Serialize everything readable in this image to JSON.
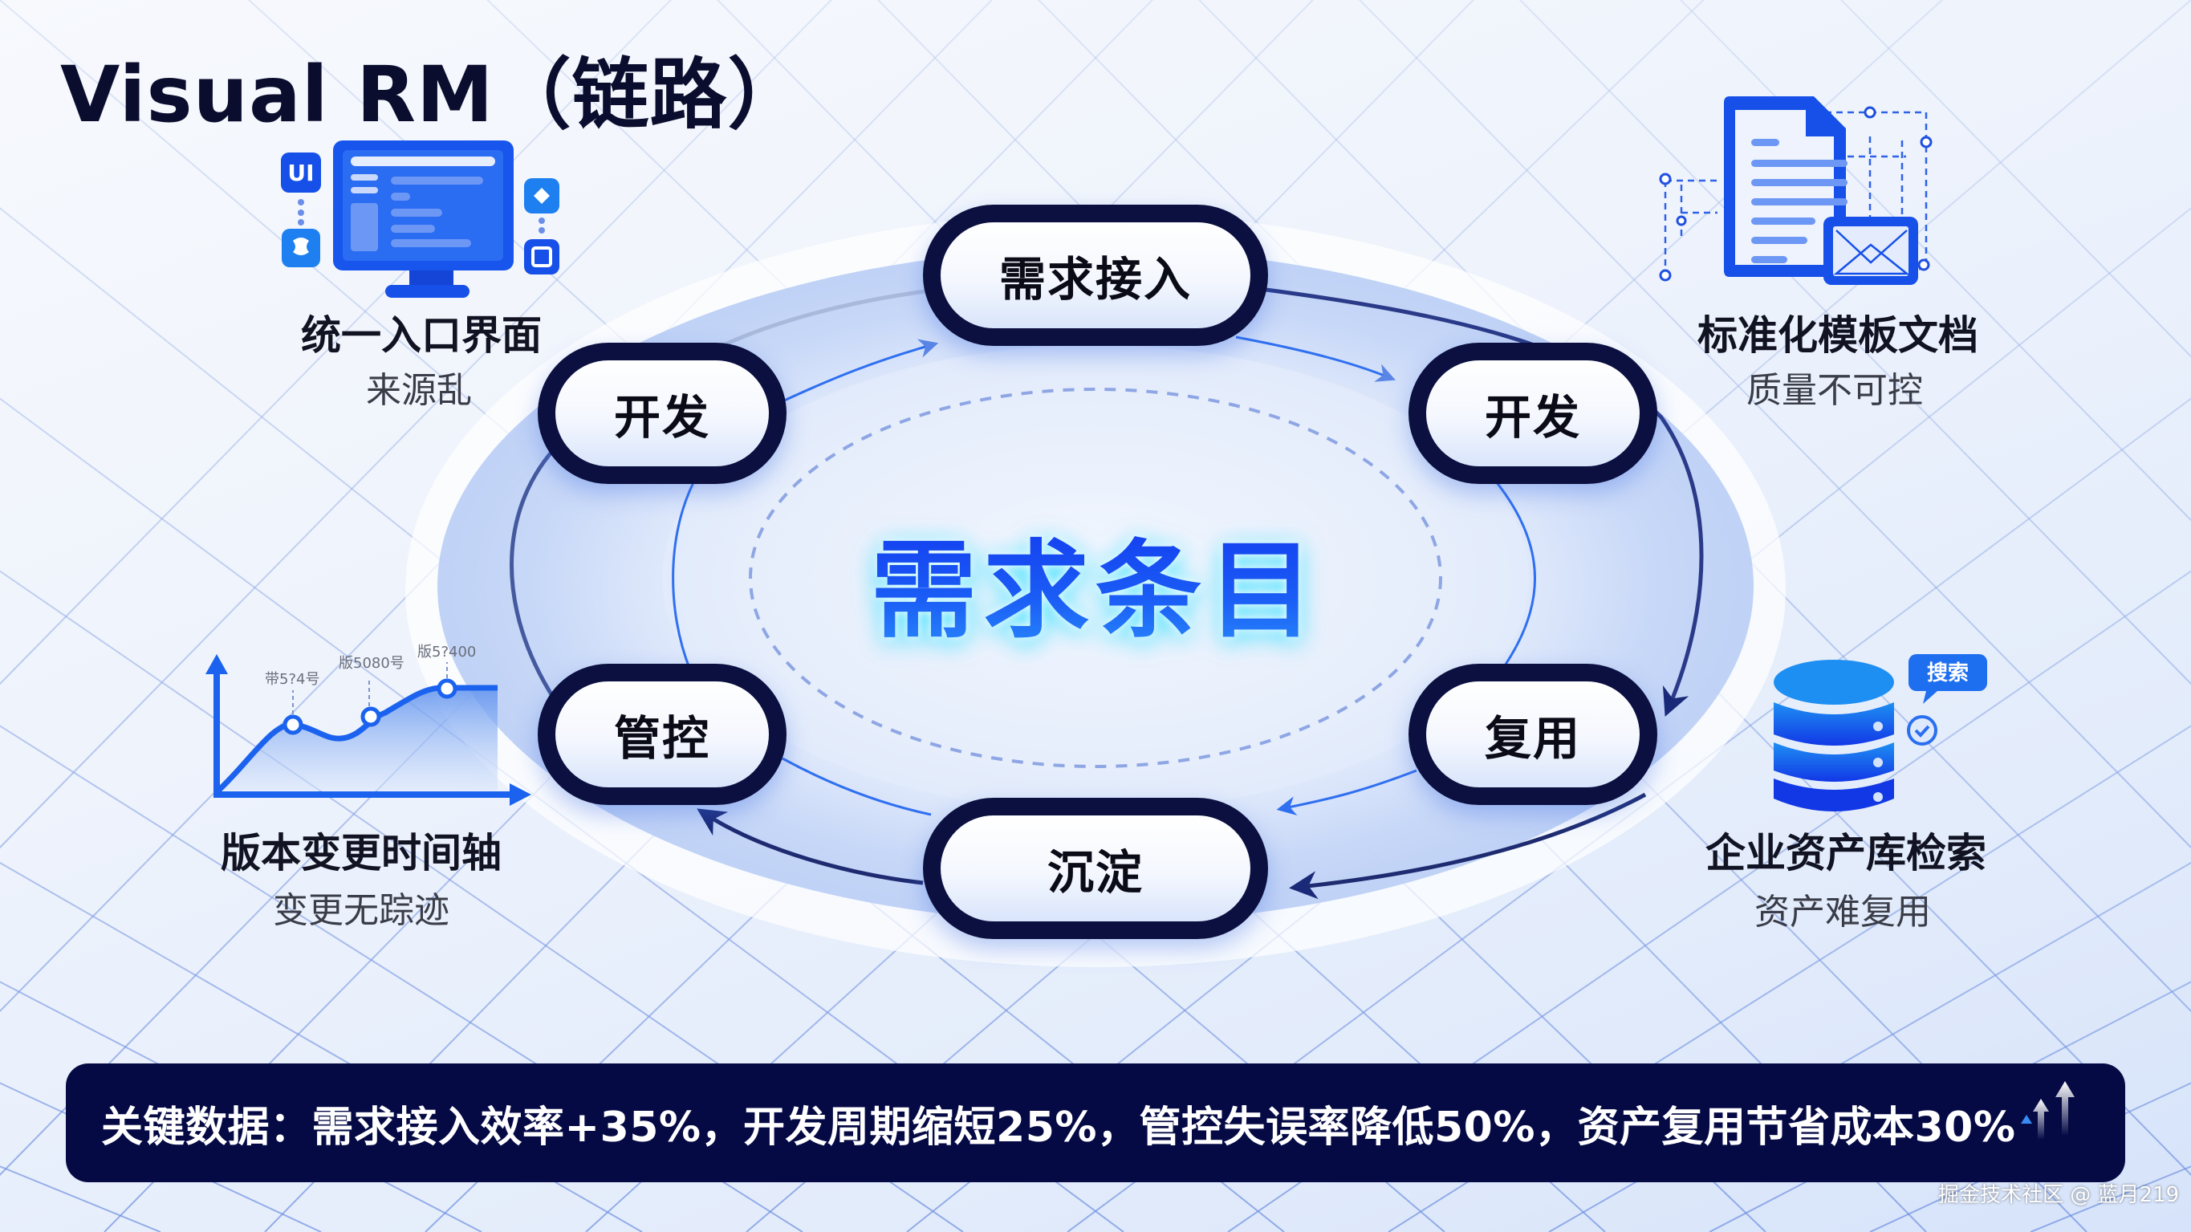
{
  "title": "Visual RM（链路）",
  "center": {
    "label": "需求条目"
  },
  "cycle": {
    "nodes": [
      {
        "id": "intake",
        "label": "需求接入"
      },
      {
        "id": "dev-right",
        "label": "开发"
      },
      {
        "id": "reuse",
        "label": "复用"
      },
      {
        "id": "settle",
        "label": "沉淀"
      },
      {
        "id": "control",
        "label": "管控"
      },
      {
        "id": "dev-left",
        "label": "开发"
      }
    ]
  },
  "features": {
    "top_left": {
      "title": "统一入口界面",
      "subtitle": "来源乱",
      "icon": "monitor-icon",
      "badges": [
        "UI"
      ]
    },
    "top_right": {
      "title": "标准化模板文档",
      "subtitle": "质量不可控",
      "icon": "document-icon"
    },
    "bottom_left": {
      "title": "版本变更时间轴",
      "subtitle": "变更无踪迹",
      "icon": "timeline-chart-icon",
      "point_labels": [
        "带5?4号",
        "版5080号",
        "版5?400"
      ]
    },
    "bottom_right": {
      "title": "企业资产库检索",
      "subtitle": "资产难复用",
      "icon": "database-icon",
      "bubble": "搜索"
    }
  },
  "key_data": {
    "text": "关键数据：需求接入效率+35%，开发周期缩短25%，管控失误率降低50%，资产复用节省成本30%",
    "icon": "trend-up-arrows-icon"
  },
  "watermark": "掘金技术社区 @ 蓝月219",
  "colors": {
    "navy": "#0b1040",
    "bar": "#050a45",
    "accent_blue": "#1a5cf5",
    "glow_cyan": "#28dcff",
    "text_dark": "#111322",
    "text_sub": "#3a3d48"
  }
}
